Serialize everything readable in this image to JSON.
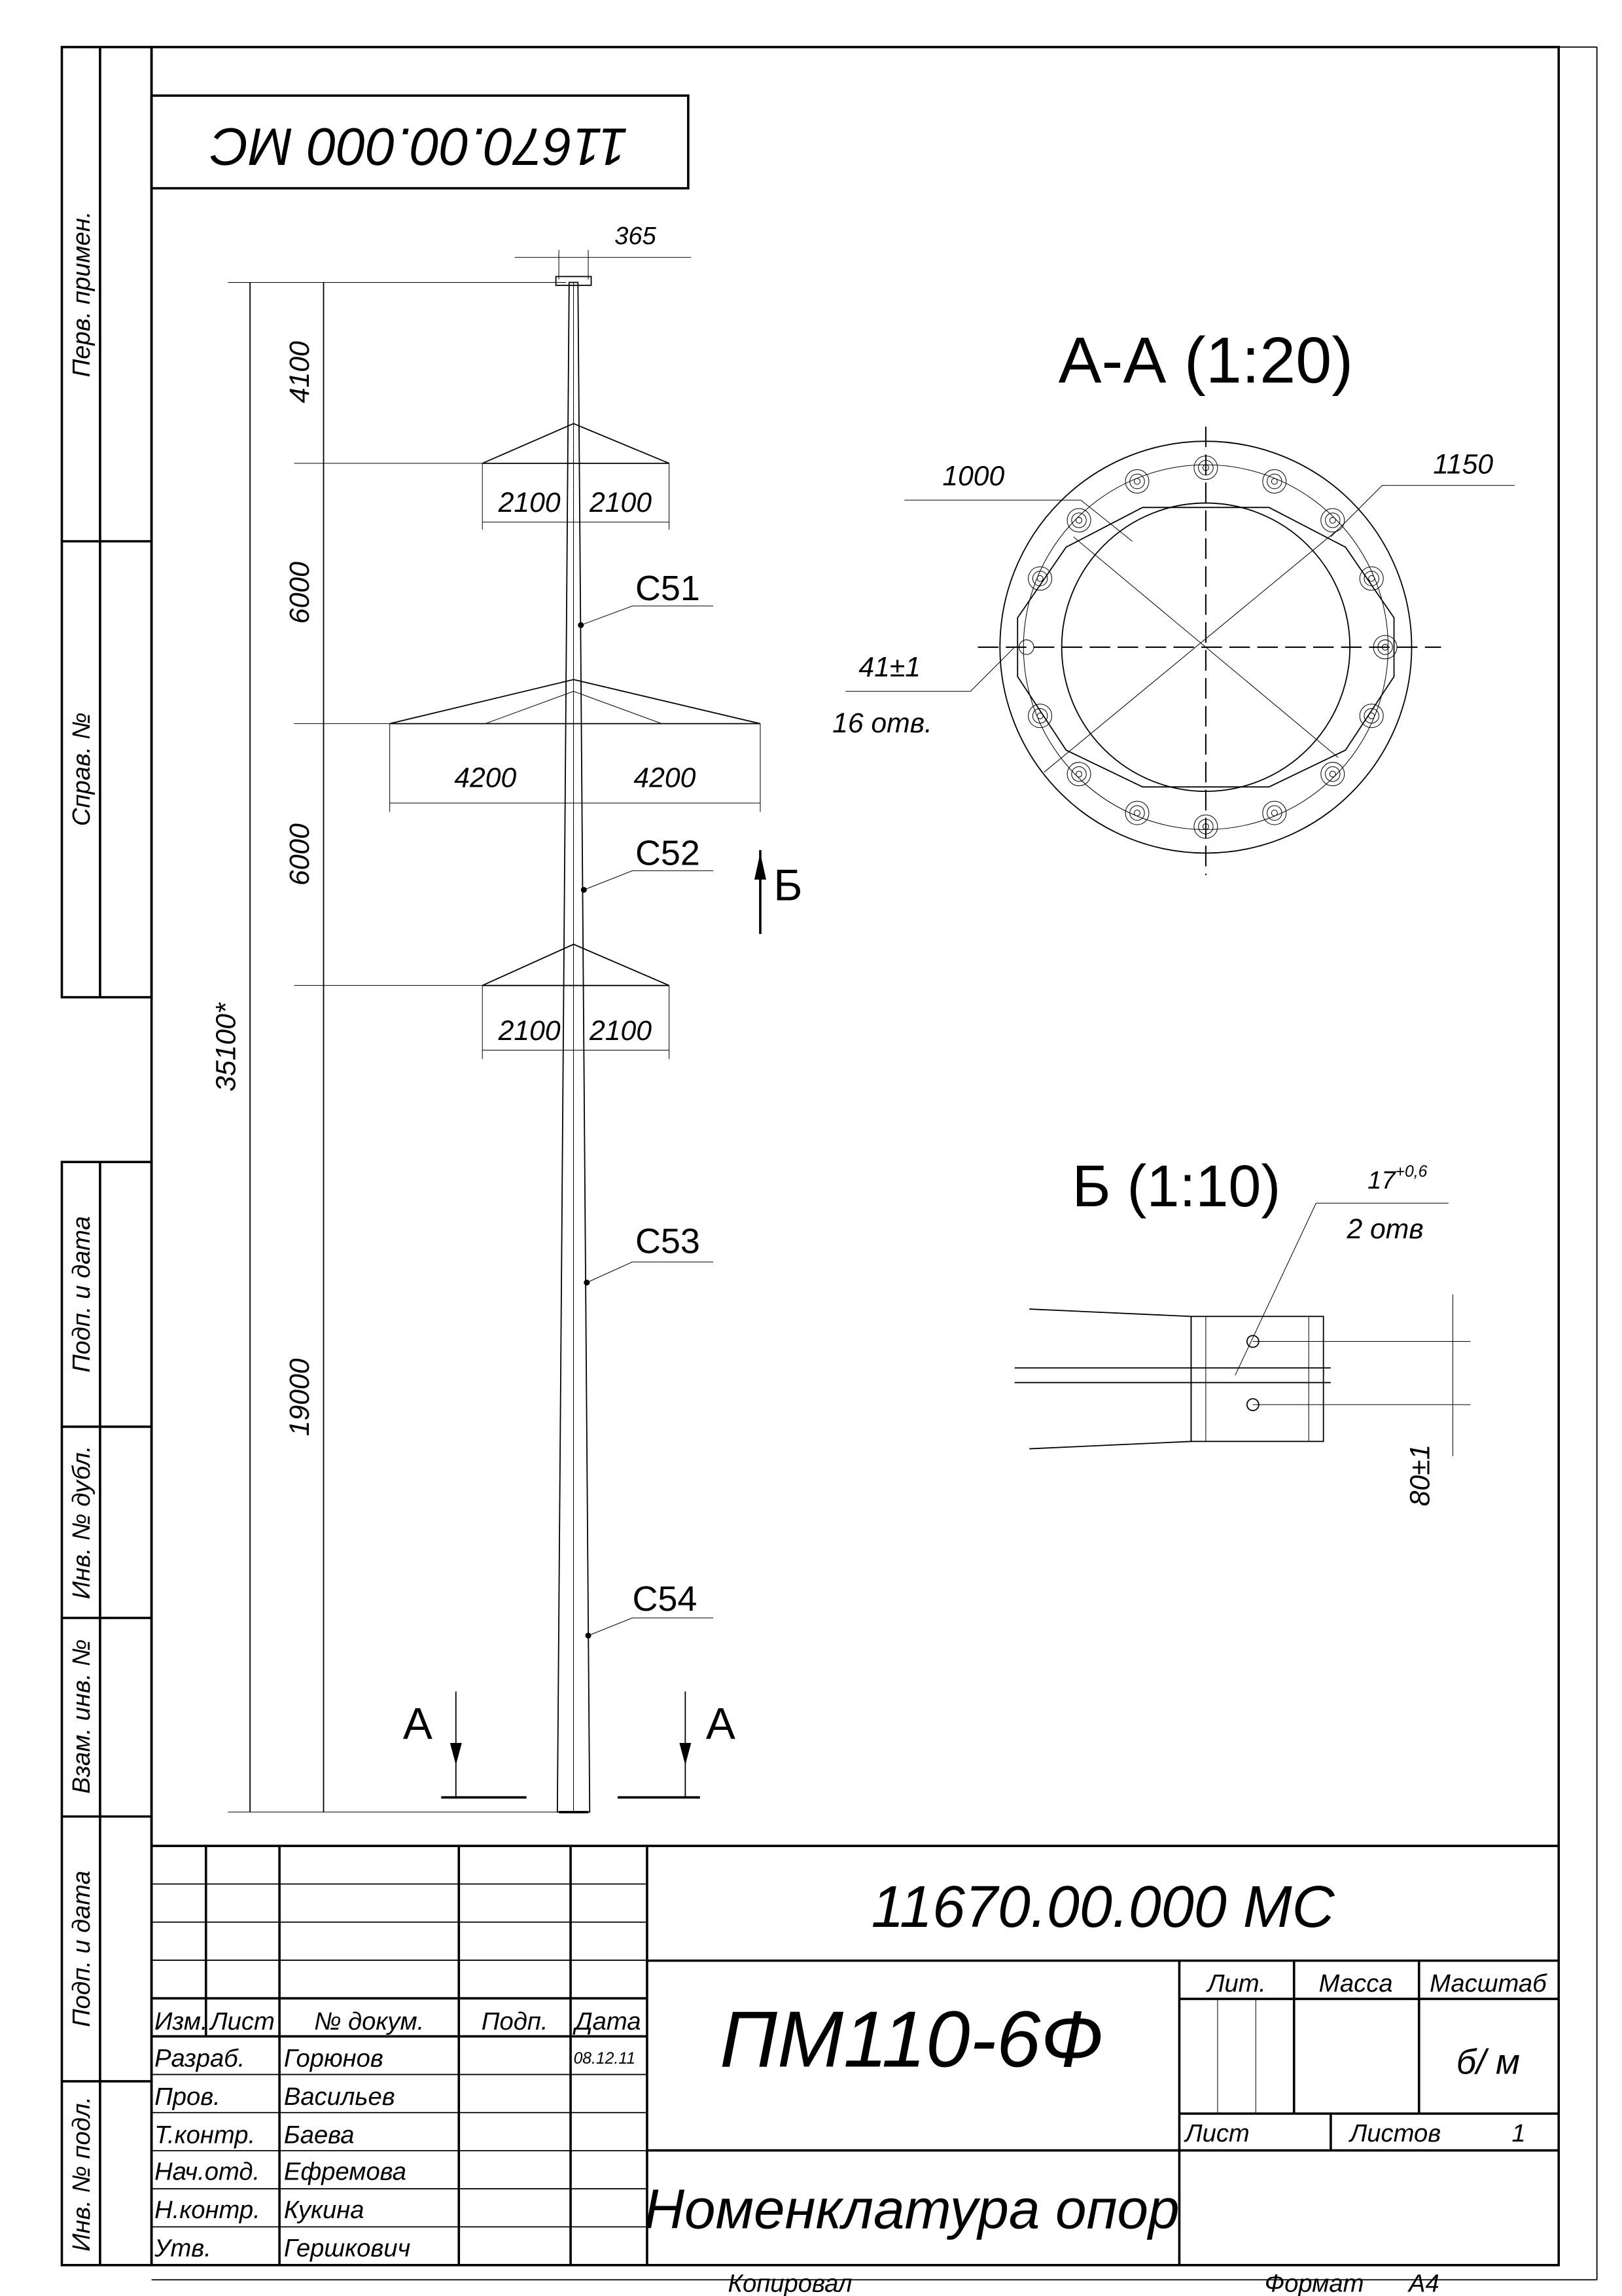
{
  "side_labels": [
    "Перв. примен.",
    "Справ. №",
    "Подп. и дата",
    "Инв. № дубл.",
    "Взам. инв. №",
    "Подп. и дата",
    "Инв. № подл."
  ],
  "top_stamp": "11670.00.000 МС",
  "tower": {
    "top_width": "365",
    "total_height": "35100*",
    "segments": [
      "4100",
      "6000",
      "6000",
      "19000"
    ],
    "arm_dims": [
      [
        "2100",
        "2100"
      ],
      [
        "4200",
        "4200"
      ],
      [
        "2100",
        "2100"
      ]
    ],
    "sections": [
      "С51",
      "С52",
      "С53",
      "С54"
    ],
    "section_mark_a": "А",
    "section_mark_b": "Б"
  },
  "view_aa": {
    "title": "А-А (1:20)",
    "dim_inner": "1000",
    "dim_outer": "1150",
    "hole_size": "41±1",
    "hole_count": "16 отв."
  },
  "view_b": {
    "title": "Б (1:10)",
    "hole_size": "17",
    "hole_tol": "+0,6",
    "hole_count": "2 отв",
    "spacing": "80±1"
  },
  "title_block": {
    "doc_number": "11670.00.000 МС",
    "product": "ПМ110-6Ф",
    "name": "Номенклатура опор",
    "headers": [
      "Изм.",
      "Лист",
      "№ докум.",
      "Подп.",
      "Дата"
    ],
    "rows": [
      {
        "role": "Разраб.",
        "person": "Горюнов",
        "date": "08.12.11"
      },
      {
        "role": "Пров.",
        "person": "Васильев",
        "date": ""
      },
      {
        "role": "Т.контр.",
        "person": "Баева",
        "date": ""
      },
      {
        "role": "Нач.отд.",
        "person": "Ефремова",
        "date": ""
      },
      {
        "role": "Н.контр.",
        "person": "Кукина",
        "date": ""
      },
      {
        "role": "Утв.",
        "person": "Гершкович",
        "date": ""
      }
    ],
    "lit_label": "Лит.",
    "mass_label": "Масса",
    "scale_label": "Масштаб",
    "scale_value": "б/ м",
    "sheet_label": "Лист",
    "sheets_label": "Листов",
    "sheets_value": "1",
    "copied_label": "Копировал",
    "format_label": "Формат",
    "format_value": "А4"
  }
}
